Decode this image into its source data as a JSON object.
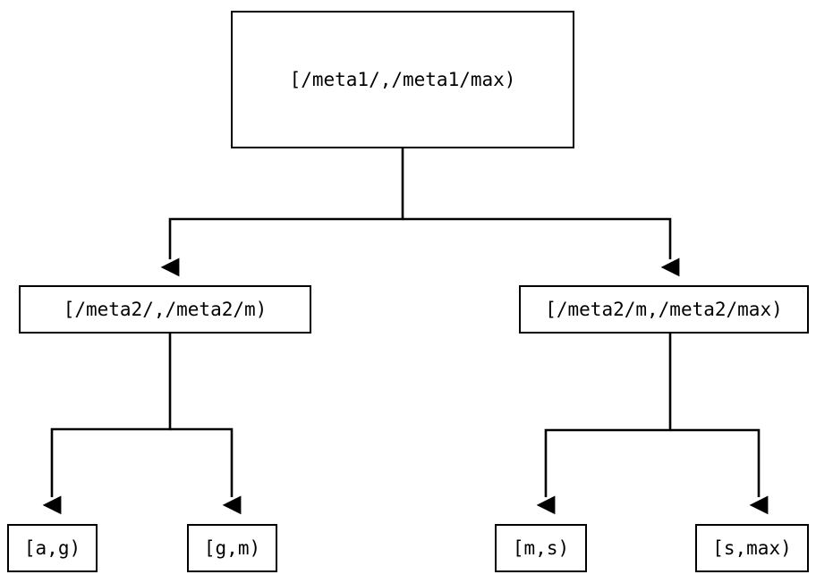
{
  "diagram": {
    "type": "tree",
    "title": "",
    "background_color": "#ffffff",
    "line_color": "#000000",
    "text_color": "#000000",
    "nodes": {
      "root": {
        "label": "[/meta1/,/meta1/max)"
      },
      "mid_left": {
        "label": "[/meta2/,/meta2/m)"
      },
      "mid_right": {
        "label": "[/meta2/m,/meta2/max)"
      },
      "leaf_1": {
        "label": "[a,g)"
      },
      "leaf_2": {
        "label": "[g,m)"
      },
      "leaf_3": {
        "label": "[m,s)"
      },
      "leaf_4": {
        "label": "[s,max)"
      }
    },
    "edges": [
      {
        "from": "root",
        "to": "mid_left",
        "arrow": "triangle-down"
      },
      {
        "from": "root",
        "to": "mid_right",
        "arrow": "triangle-down"
      },
      {
        "from": "mid_left",
        "to": "leaf_1",
        "arrow": "triangle-down"
      },
      {
        "from": "mid_left",
        "to": "leaf_2",
        "arrow": "triangle-down"
      },
      {
        "from": "mid_right",
        "to": "leaf_3",
        "arrow": "triangle-down"
      },
      {
        "from": "mid_right",
        "to": "leaf_4",
        "arrow": "triangle-down"
      }
    ]
  }
}
